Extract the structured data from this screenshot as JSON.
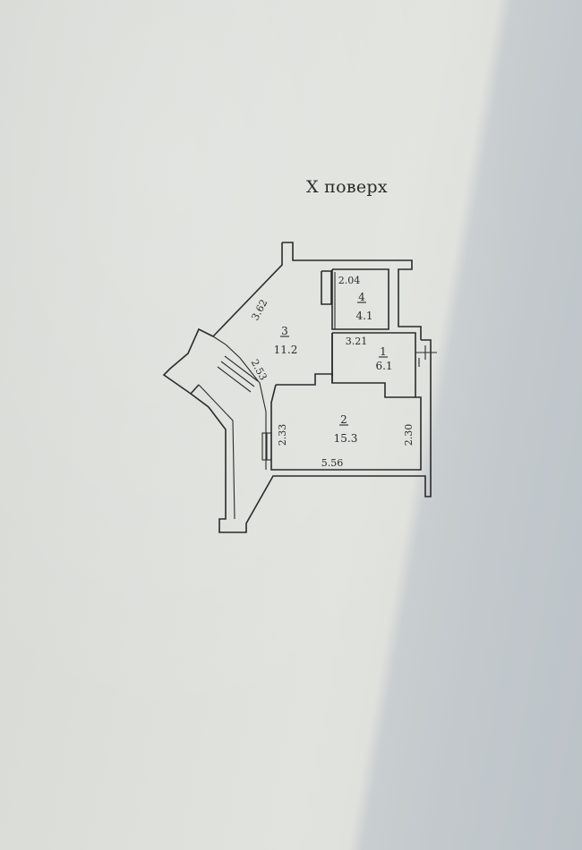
{
  "floor_label": "X поверх",
  "rooms": [
    {
      "number": "1",
      "area": "6.1"
    },
    {
      "number": "2",
      "area": "15.3"
    },
    {
      "number": "3",
      "area": "11.2"
    },
    {
      "number": "4",
      "area": "4.1"
    }
  ],
  "dimensions": {
    "room4_width": "2.04",
    "room1_width": "3.21",
    "room3_diag": "3.62",
    "balcony_diag": "2.53",
    "room2_left": "2.33",
    "room2_right": "2.30",
    "room2_bottom": "5.56"
  }
}
